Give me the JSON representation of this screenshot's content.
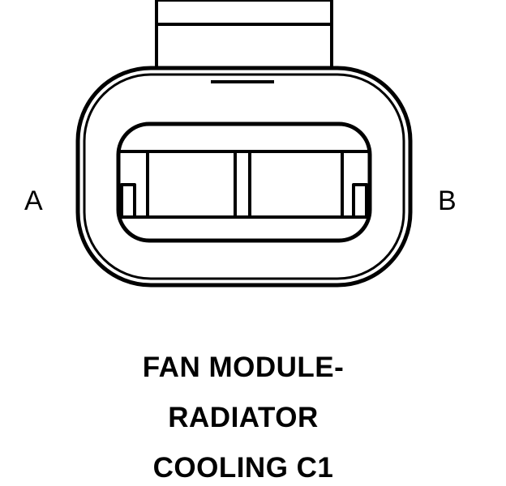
{
  "diagram": {
    "pins": {
      "a": "A",
      "b": "B"
    },
    "caption": {
      "line1": "FAN MODULE-",
      "line2": "RADIATOR",
      "line3": "COOLING C1"
    }
  }
}
